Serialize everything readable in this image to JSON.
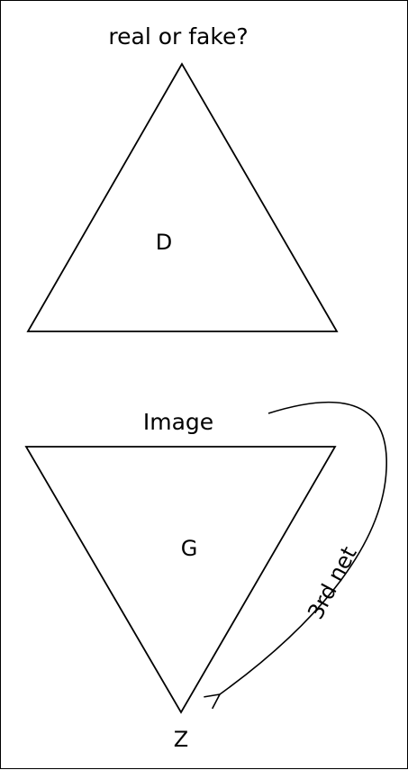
{
  "discriminator": {
    "caption": "real or fake?",
    "letter": "D"
  },
  "generator": {
    "caption": "Image",
    "letter": "G",
    "input_label": "Z"
  },
  "feedback_arrow": {
    "label": "3rd net"
  },
  "colors": {
    "stroke": "#000000",
    "background": "#ffffff"
  }
}
